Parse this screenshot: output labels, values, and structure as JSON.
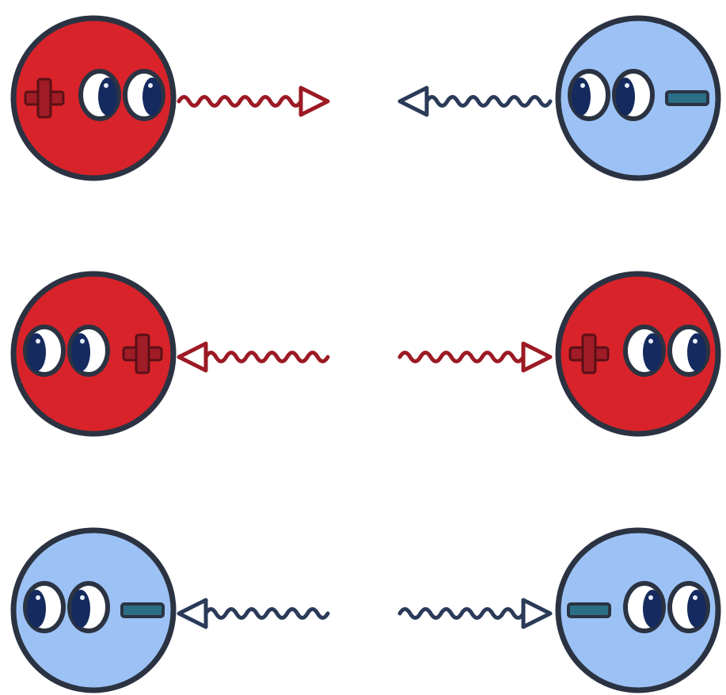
{
  "colors": {
    "positive_fill": "#d8232a",
    "negative_fill": "#9cc2f5",
    "positive_arrow": "#9c1a24",
    "negative_arrow": "#2a3a58",
    "outline": "#2b3342",
    "eye_white": "#ffffff",
    "pupil": "#152a5e",
    "minus_bar": "#2a6f86",
    "plus_sign": "#a01c26"
  },
  "rows": [
    {
      "label": "opposite-charges-attract",
      "left": {
        "charge": "positive",
        "sign_side": "left",
        "eye_direction": "right"
      },
      "right": {
        "charge": "negative",
        "sign_side": "right",
        "eye_direction": "left"
      },
      "arrows": {
        "left": "right",
        "right": "left"
      }
    },
    {
      "label": "positive-charges-repel",
      "left": {
        "charge": "positive",
        "sign_side": "right",
        "eye_direction": "left"
      },
      "right": {
        "charge": "positive",
        "sign_side": "left",
        "eye_direction": "right"
      },
      "arrows": {
        "left": "left",
        "right": "right"
      }
    },
    {
      "label": "negative-charges-repel",
      "left": {
        "charge": "negative",
        "sign_side": "right",
        "eye_direction": "left"
      },
      "right": {
        "charge": "negative",
        "sign_side": "left",
        "eye_direction": "right"
      },
      "arrows": {
        "left": "left",
        "right": "right"
      }
    }
  ]
}
